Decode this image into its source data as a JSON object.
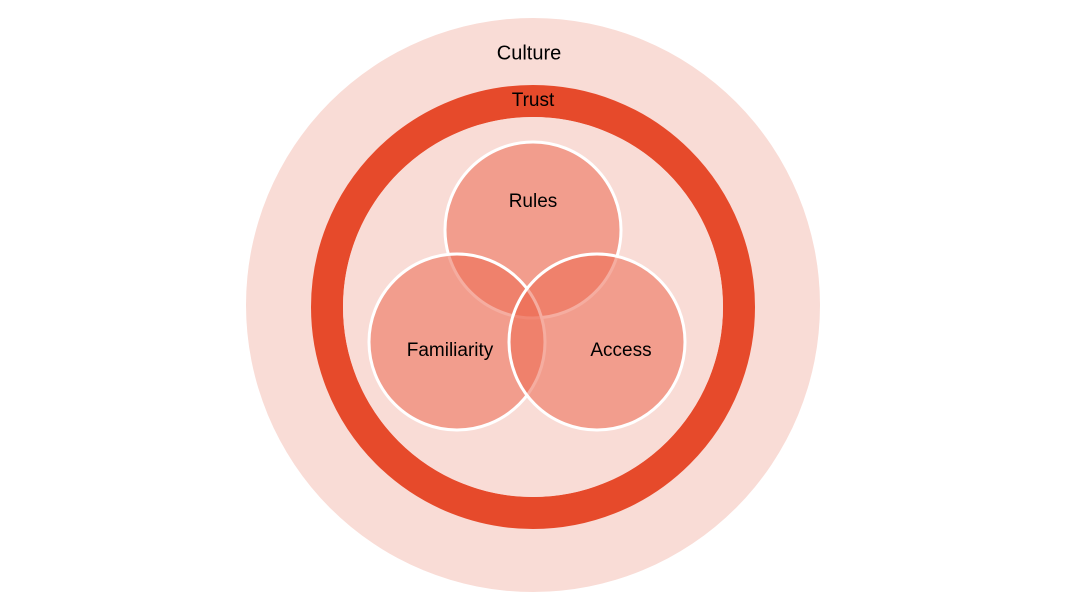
{
  "diagram": {
    "outer_label": "Culture",
    "ring_label": "Trust",
    "sets": [
      {
        "id": "rules",
        "label": "Rules"
      },
      {
        "id": "familiarity",
        "label": "Familiarity"
      },
      {
        "id": "access",
        "label": "Access"
      }
    ]
  },
  "colors": {
    "outer_fill": "#f9dcd6",
    "ring": "#e64a2b",
    "inner_fill": "#f9dcd6",
    "set_fill": "#ec6a52",
    "set_stroke": "#ffffff"
  }
}
